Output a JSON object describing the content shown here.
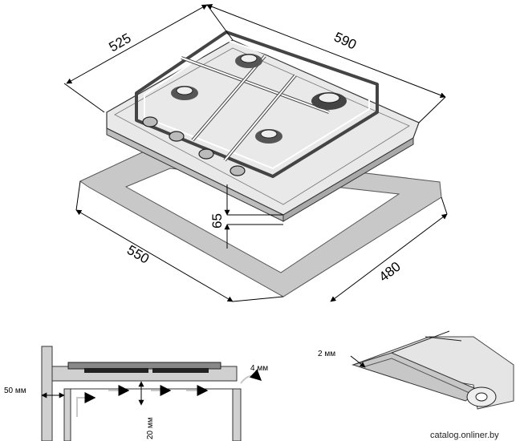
{
  "main_view": {
    "dim_depth": "525",
    "dim_width": "590",
    "dim_height": "65",
    "cutout_depth": "550",
    "cutout_width": "480"
  },
  "ventilation_detail": {
    "clearance_side": "50 мм",
    "gap_front": "4 мм",
    "gap_under": "20 мм"
  },
  "seal_detail": {
    "seal_thickness": "2 мм"
  },
  "watermark": "catalog.onliner.by"
}
